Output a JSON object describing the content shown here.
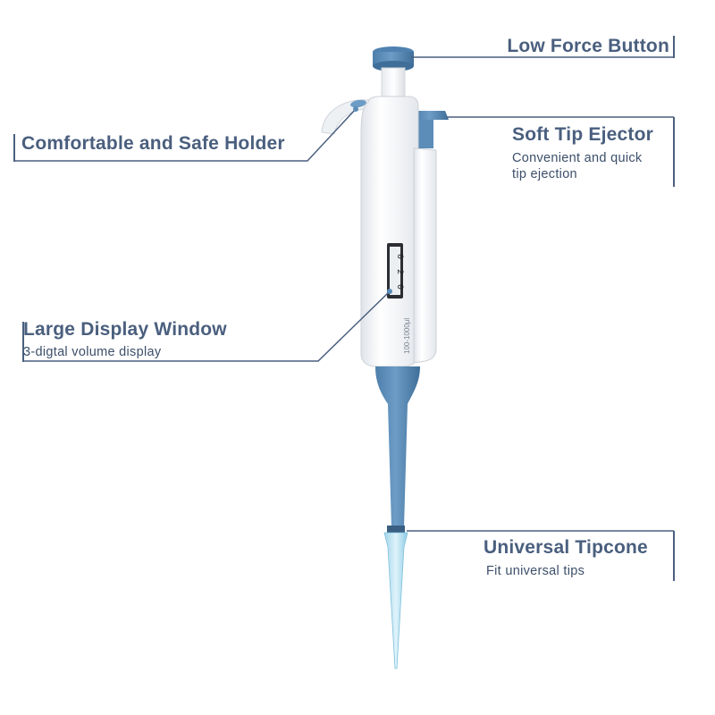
{
  "callouts": {
    "low_force_button": {
      "title": "Low Force Button"
    },
    "soft_tip_ejector": {
      "title": "Soft Tip Ejector",
      "desc_line1": "Convenient and quick",
      "desc_line2": "tip ejection"
    },
    "holder": {
      "title": "Comfortable and Safe Holder"
    },
    "display_window": {
      "title": "Large Display Window",
      "desc": "3-digtal volume display"
    },
    "tipcone": {
      "title": "Universal Tipcone",
      "desc": "Fit universal tips"
    }
  },
  "pipette": {
    "display_digits": [
      "0",
      "2",
      "0"
    ],
    "range_label": "100-1000μl"
  },
  "colors": {
    "accent_blue": "#5b8db8",
    "label_navy": "#4a5f7e",
    "body_white": "#f4f6f8"
  }
}
